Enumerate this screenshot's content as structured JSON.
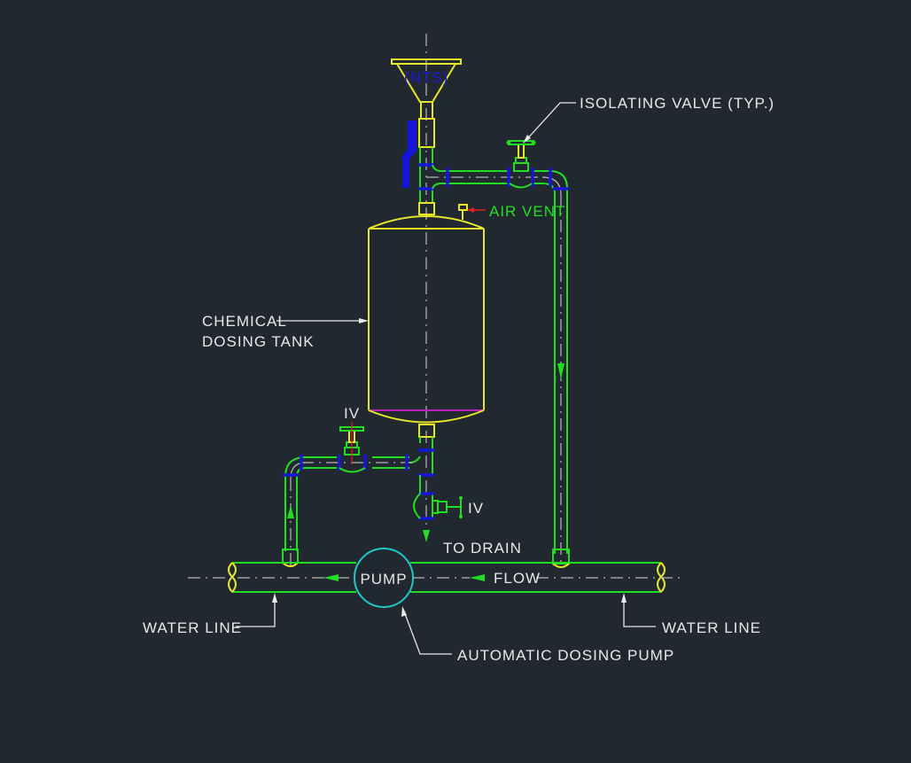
{
  "drawing": {
    "title": "Chemical Dosing System Schematic",
    "scale_note": "(NTS)",
    "colors": {
      "background": "#212830",
      "pipe": "#22dd22",
      "vessel": "#e6e62a",
      "flange": "#1616d8",
      "pump": "#1fc8c8",
      "leader": "#e8e8e8",
      "air_vent_leader": "#e02020",
      "tank_level": "#c020c0"
    }
  },
  "labels": {
    "isolating_valve": "ISOLATING VALVE (TYP.)",
    "air_vent": "AIR VENT",
    "tank_line1": "CHEMICAL",
    "tank_line2": "DOSING TANK",
    "iv_top": "IV",
    "iv_drain": "IV",
    "to_drain": "TO DRAIN",
    "pump": "PUMP",
    "flow": "FLOW",
    "water_line_left": "WATER LINE",
    "water_line_right": "WATER LINE",
    "dosing_pump": "AUTOMATIC DOSING PUMP"
  },
  "components": [
    {
      "name": "funnel",
      "label": "(NTS)"
    },
    {
      "name": "chemical-dosing-tank"
    },
    {
      "name": "isolating-valve-top"
    },
    {
      "name": "isolating-valve-suction"
    },
    {
      "name": "drain-valve"
    },
    {
      "name": "air-vent"
    },
    {
      "name": "automatic-dosing-pump"
    },
    {
      "name": "water-line"
    }
  ]
}
